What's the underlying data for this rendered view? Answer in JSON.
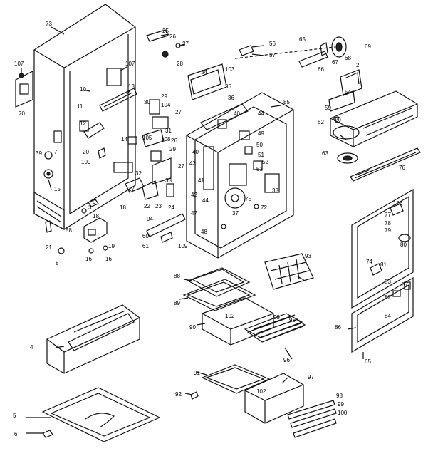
{
  "callouts": [
    {
      "id": "73",
      "label": "73"
    },
    {
      "id": "107a",
      "label": "107"
    },
    {
      "id": "70",
      "label": "70"
    },
    {
      "id": "107b",
      "label": "107"
    },
    {
      "id": "10",
      "label": "10"
    },
    {
      "id": "13",
      "label": "13"
    },
    {
      "id": "11",
      "label": "11"
    },
    {
      "id": "12",
      "label": "12"
    },
    {
      "id": "7a",
      "label": "7"
    },
    {
      "id": "14",
      "label": "14"
    },
    {
      "id": "39",
      "label": "39"
    },
    {
      "id": "20",
      "label": "20"
    },
    {
      "id": "109a",
      "label": "109"
    },
    {
      "id": "15",
      "label": "15"
    },
    {
      "id": "25",
      "label": "25"
    },
    {
      "id": "26a",
      "label": "26"
    },
    {
      "id": "27a",
      "label": "27"
    },
    {
      "id": "28",
      "label": "28"
    },
    {
      "id": "29a",
      "label": "29"
    },
    {
      "id": "30",
      "label": "30"
    },
    {
      "id": "104",
      "label": "104"
    },
    {
      "id": "27b",
      "label": "27"
    },
    {
      "id": "31",
      "label": "31"
    },
    {
      "id": "105",
      "label": "105"
    },
    {
      "id": "108",
      "label": "108"
    },
    {
      "id": "26b",
      "label": "26"
    },
    {
      "id": "29b",
      "label": "29"
    },
    {
      "id": "27c",
      "label": "27"
    },
    {
      "id": "33",
      "label": "33"
    },
    {
      "id": "32",
      "label": "32"
    },
    {
      "id": "17",
      "label": "17"
    },
    {
      "id": "18a",
      "label": "18"
    },
    {
      "id": "22",
      "label": "22"
    },
    {
      "id": "23",
      "label": "23"
    },
    {
      "id": "24",
      "label": "24"
    },
    {
      "id": "9",
      "label": "9"
    },
    {
      "id": "3",
      "label": "3"
    },
    {
      "id": "18b",
      "label": "18"
    },
    {
      "id": "21",
      "label": "21"
    },
    {
      "id": "58",
      "label": "58"
    },
    {
      "id": "8",
      "label": "8"
    },
    {
      "id": "16a",
      "label": "16"
    },
    {
      "id": "19",
      "label": "19"
    },
    {
      "id": "16b",
      "label": "16"
    },
    {
      "id": "34",
      "label": "34"
    },
    {
      "id": "103",
      "label": "103"
    },
    {
      "id": "35",
      "label": "35"
    },
    {
      "id": "36",
      "label": "36"
    },
    {
      "id": "56",
      "label": "56"
    },
    {
      "id": "57",
      "label": "57"
    },
    {
      "id": "85",
      "label": "85"
    },
    {
      "id": "40a",
      "label": "40"
    },
    {
      "id": "44",
      "label": "44"
    },
    {
      "id": "49",
      "label": "49"
    },
    {
      "id": "50",
      "label": "50"
    },
    {
      "id": "51",
      "label": "51"
    },
    {
      "id": "52",
      "label": "52"
    },
    {
      "id": "53",
      "label": "53"
    },
    {
      "id": "40b",
      "label": "40"
    },
    {
      "id": "43",
      "label": "43"
    },
    {
      "id": "41",
      "label": "41"
    },
    {
      "id": "42",
      "label": "42"
    },
    {
      "id": "38",
      "label": "38"
    },
    {
      "id": "37",
      "label": "37"
    },
    {
      "id": "75",
      "label": "75"
    },
    {
      "id": "72",
      "label": "72"
    },
    {
      "id": "44b",
      "label": "44"
    },
    {
      "id": "47",
      "label": "47"
    },
    {
      "id": "48",
      "label": "48"
    },
    {
      "id": "94",
      "label": "94"
    },
    {
      "id": "60",
      "label": "60"
    },
    {
      "id": "61",
      "label": "61"
    },
    {
      "id": "109b",
      "label": "109"
    },
    {
      "id": "65",
      "label": "65"
    },
    {
      "id": "66",
      "label": "66"
    },
    {
      "id": "67",
      "label": "67"
    },
    {
      "id": "68",
      "label": "68"
    },
    {
      "id": "69",
      "label": "69"
    },
    {
      "id": "2",
      "label": "2"
    },
    {
      "id": "54",
      "label": "54"
    },
    {
      "id": "59",
      "label": "59"
    },
    {
      "id": "64",
      "label": "64"
    },
    {
      "id": "62",
      "label": "62"
    },
    {
      "id": "63",
      "label": "63"
    },
    {
      "id": "76",
      "label": "76"
    },
    {
      "id": "77",
      "label": "77"
    },
    {
      "id": "106",
      "label": "106"
    },
    {
      "id": "78",
      "label": "78"
    },
    {
      "id": "79",
      "label": "79"
    },
    {
      "id": "80",
      "label": "80"
    },
    {
      "id": "74",
      "label": "74"
    },
    {
      "id": "81",
      "label": "81"
    },
    {
      "id": "83",
      "label": "83"
    },
    {
      "id": "82",
      "label": "82"
    },
    {
      "id": "87",
      "label": "87"
    },
    {
      "id": "84",
      "label": "84"
    },
    {
      "id": "86",
      "label": "86"
    },
    {
      "id": "65b",
      "label": "65"
    },
    {
      "id": "93",
      "label": "93"
    },
    {
      "id": "88",
      "label": "88"
    },
    {
      "id": "89",
      "label": "89"
    },
    {
      "id": "102a",
      "label": "102"
    },
    {
      "id": "90",
      "label": "90"
    },
    {
      "id": "99a",
      "label": "99"
    },
    {
      "id": "95",
      "label": "95"
    },
    {
      "id": "96",
      "label": "96"
    },
    {
      "id": "4",
      "label": "4"
    },
    {
      "id": "91",
      "label": "91"
    },
    {
      "id": "97",
      "label": "97"
    },
    {
      "id": "92",
      "label": "92"
    },
    {
      "id": "102b",
      "label": "102"
    },
    {
      "id": "98",
      "label": "98"
    },
    {
      "id": "99b",
      "label": "99"
    },
    {
      "id": "100",
      "label": "100"
    },
    {
      "id": "5",
      "label": "5"
    },
    {
      "id": "6",
      "label": "6"
    }
  ]
}
